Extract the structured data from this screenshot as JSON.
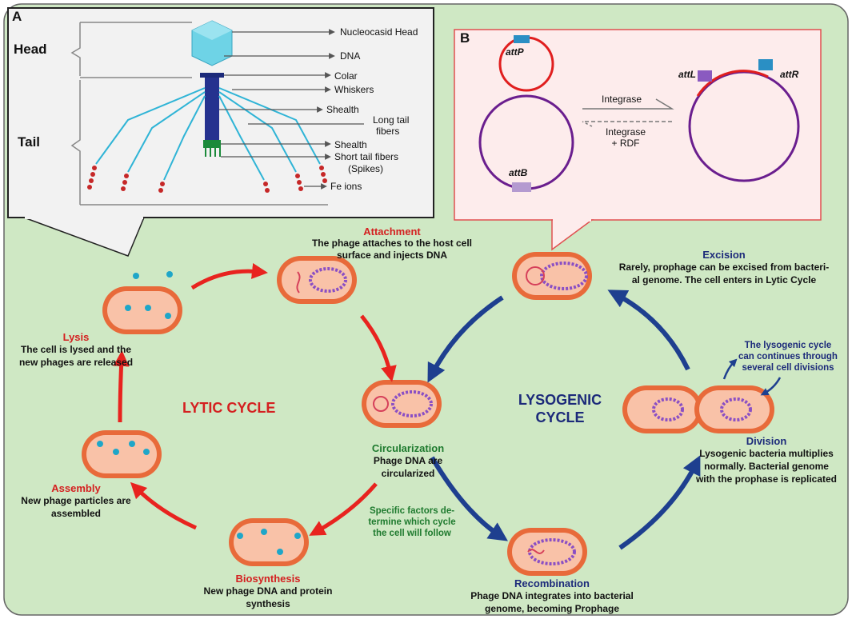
{
  "panel_a": {
    "letter": "A",
    "head_label": "Head",
    "tail_label": "Tail",
    "labels": [
      "Nucleocasid Head",
      "DNA",
      "Colar",
      "Whiskers",
      "Shealth",
      "Long tail",
      "fibers",
      "Shealth",
      "Short tail fibers",
      "(Spikes)",
      "Fe ions"
    ]
  },
  "panel_b": {
    "letter": "B",
    "attP": "attP",
    "attB": "attB",
    "attL": "attL",
    "attR": "attR",
    "integrase": "Integrase",
    "integrase_rdf_1": "Integrase",
    "integrase_rdf_2": "+ RDF"
  },
  "lytic": {
    "cycle_label": "LYTIC CYCLE",
    "attachment": {
      "title": "Attachment",
      "text": [
        "The phage attaches to the host cell",
        "surface and injects DNA"
      ]
    },
    "lysis": {
      "title": "Lysis",
      "text": [
        "The cell is lysed and the",
        "new phages are released"
      ]
    },
    "assembly": {
      "title": "Assembly",
      "text": [
        "New phage particles are",
        "assembled"
      ]
    },
    "biosynthesis": {
      "title": "Biosynthesis",
      "text": [
        "New phage DNA and protein",
        "synthesis"
      ]
    }
  },
  "center": {
    "circularization": {
      "title": "Circularization",
      "text": [
        "Phage DNA are",
        "circularized"
      ]
    },
    "specific_factors": [
      "Specific factors de-",
      "termine which cycle",
      "the cell will follow"
    ]
  },
  "lysogenic": {
    "cycle_label": [
      "LYSOGENIC",
      "CYCLE"
    ],
    "excision": {
      "title": "Excision",
      "text": [
        "Rarely, prophage can be excised from bacteri-",
        "al genome. The cell enters in Lytic Cycle"
      ]
    },
    "division_note": [
      "The lysogenic cycle",
      "can continues through",
      "several cell divisions"
    ],
    "division": {
      "title": "Division",
      "text": [
        "Lysogenic bacteria multiplies",
        "normally. Bacterial genome",
        "with the prophase is replicated"
      ]
    },
    "recombination": {
      "title": "Recombination",
      "text": [
        "Phage DNA integrates into bacterial",
        "genome, becoming Prophage"
      ]
    }
  },
  "colors": {
    "background": "#cfe8c4",
    "lytic": "#e8231f",
    "lysogenic": "#1e3f8f",
    "cell_outer": "#e86a3a",
    "cell_inner": "#f9c2a8",
    "green_text": "#1e7a2e"
  }
}
